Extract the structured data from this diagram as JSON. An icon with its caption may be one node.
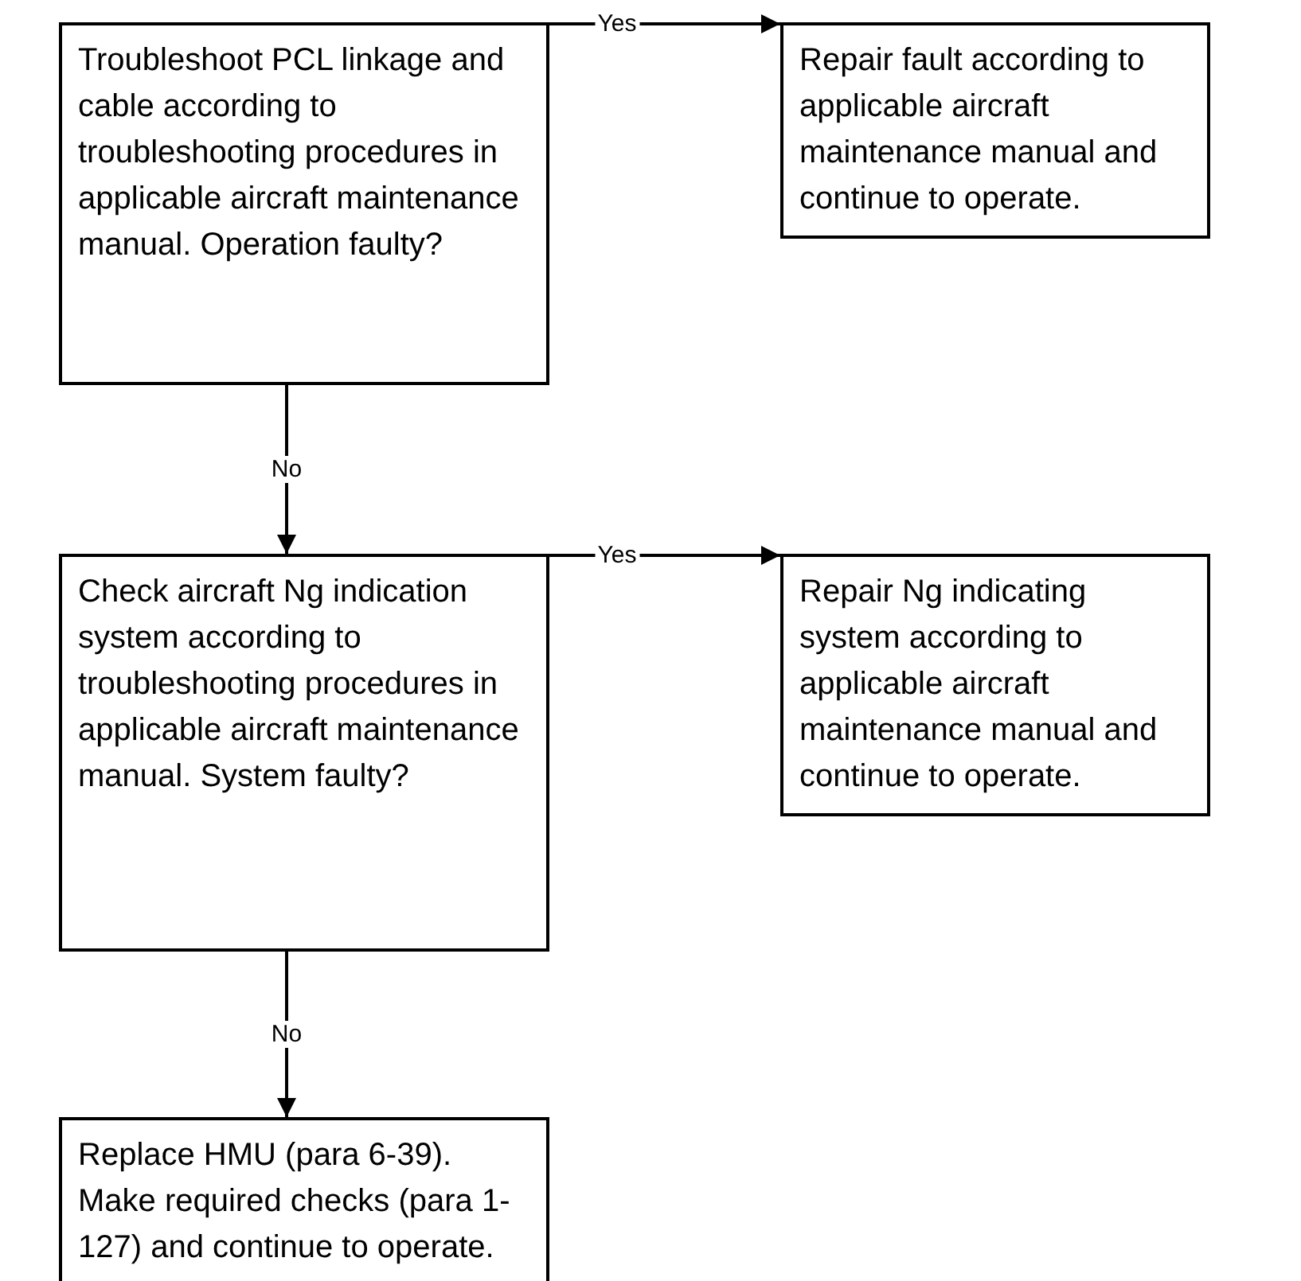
{
  "diagram": {
    "nodes": [
      {
        "text": [
          "Troubleshoot PCL linkage and cable according to troubleshooting procedures in applicable aircraft maintenance manual.  Operation faulty?"
        ]
      },
      {
        "text": [
          "Repair fault according to applicable aircraft maintenance manual and continue to operate."
        ]
      },
      {
        "text": [
          "Check aircraft Ng indication system according to troubleshooting procedures in applicable aircraft maintenance manual.  System faulty?"
        ]
      },
      {
        "text": [
          "Repair Ng indicating system according to applicable aircraft maintenance manual and continue to operate."
        ]
      },
      {
        "text": [
          "Replace HMU (para 6-39).  Make required checks (para 1-127) and continue to operate."
        ]
      }
    ],
    "edges": [
      {
        "from": 0,
        "to": 1,
        "arrow": "to",
        "label": "Yes"
      },
      {
        "from": 0,
        "to": 2,
        "arrow": "to",
        "label": "No"
      },
      {
        "from": 2,
        "to": 3,
        "arrow": "to",
        "label": "Yes"
      },
      {
        "from": 2,
        "to": 4,
        "arrow": "to",
        "label": "No"
      }
    ]
  }
}
